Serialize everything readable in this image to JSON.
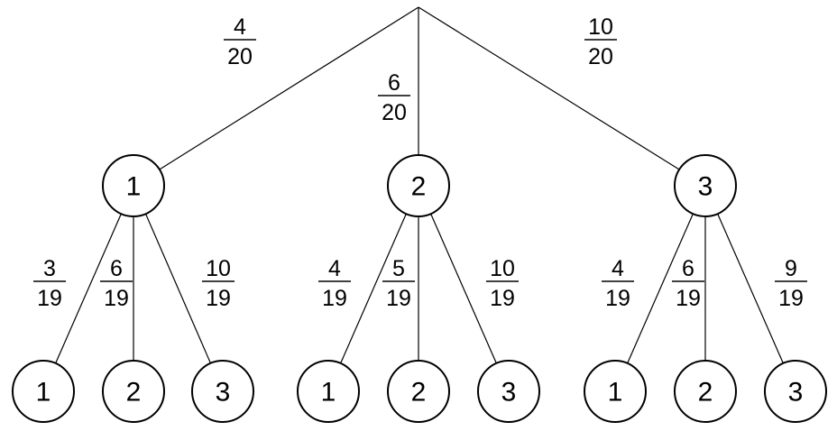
{
  "tree": {
    "level1": [
      {
        "label": "1",
        "prob": {
          "num": "4",
          "den": "20"
        }
      },
      {
        "label": "2",
        "prob": {
          "num": "6",
          "den": "20"
        }
      },
      {
        "label": "3",
        "prob": {
          "num": "10",
          "den": "20"
        }
      }
    ],
    "level2": [
      [
        {
          "label": "1",
          "prob": {
            "num": "3",
            "den": "19"
          }
        },
        {
          "label": "2",
          "prob": {
            "num": "6",
            "den": "19"
          }
        },
        {
          "label": "3",
          "prob": {
            "num": "10",
            "den": "19"
          }
        }
      ],
      [
        {
          "label": "1",
          "prob": {
            "num": "4",
            "den": "19"
          }
        },
        {
          "label": "2",
          "prob": {
            "num": "5",
            "den": "19"
          }
        },
        {
          "label": "3",
          "prob": {
            "num": "10",
            "den": "19"
          }
        }
      ],
      [
        {
          "label": "1",
          "prob": {
            "num": "4",
            "den": "19"
          }
        },
        {
          "label": "2",
          "prob": {
            "num": "6",
            "den": "19"
          }
        },
        {
          "label": "3",
          "prob": {
            "num": "9",
            "den": "19"
          }
        }
      ]
    ]
  }
}
